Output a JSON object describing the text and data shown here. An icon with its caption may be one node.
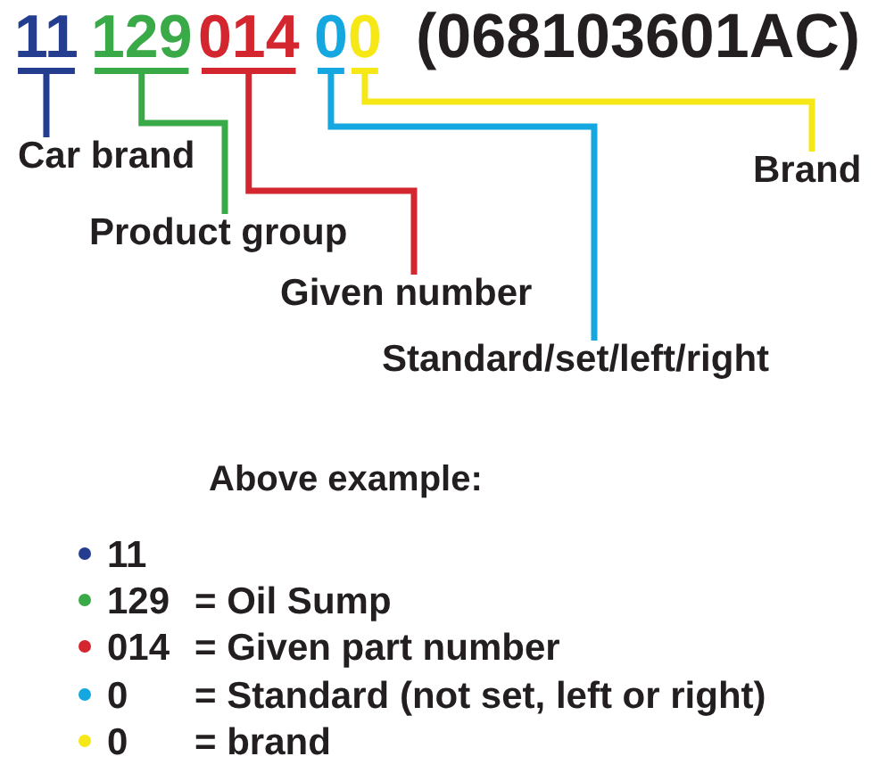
{
  "diagram": {
    "nodes": [
      {
        "text": [
          "11"
        ]
      },
      {
        "text": [
          "129"
        ]
      },
      {
        "text": [
          "014"
        ]
      },
      {
        "text": [
          "0"
        ]
      },
      {
        "text": [
          "0"
        ]
      },
      {
        "text": [
          "Car brand"
        ]
      },
      {
        "text": [
          "Product group"
        ]
      },
      {
        "text": [
          "Given number"
        ]
      },
      {
        "text": [
          "Standard/set/left/right"
        ]
      },
      {
        "text": [
          "Brand"
        ]
      }
    ],
    "edges": [
      {
        "from": 0,
        "to": 5,
        "arrow": "none",
        "color": "#243d8e"
      },
      {
        "from": 1,
        "to": 6,
        "arrow": "none",
        "color": "#3aa948"
      },
      {
        "from": 2,
        "to": 7,
        "arrow": "none",
        "color": "#d3262e"
      },
      {
        "from": 3,
        "to": 8,
        "arrow": "none",
        "color": "#15a8e0"
      },
      {
        "from": 4,
        "to": 9,
        "arrow": "none",
        "color": "#f6e816"
      }
    ],
    "labels": [
      "(068103601AC)",
      "Above example:",
      "= Oil Sump",
      "= Given part number",
      "= Standard (not set, left or right)",
      "= brand"
    ],
    "legend": [
      {
        "text": "11",
        "color": "#243d8e"
      },
      {
        "text": "129",
        "color": "#3aa948"
      },
      {
        "text": "014",
        "color": "#d3262e"
      },
      {
        "text": "0",
        "color": "#15a8e0"
      },
      {
        "text": "0",
        "color": "#f6e816"
      }
    ]
  }
}
